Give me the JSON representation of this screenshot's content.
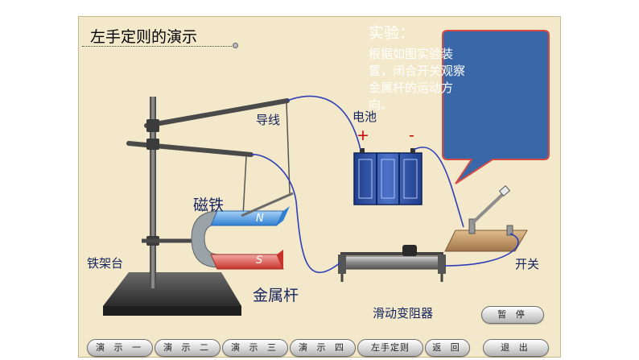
{
  "title": "左手定则的演示",
  "bubble": {
    "heading": "实验：",
    "body": "根据如图实验装置，闭合开关观察金属杆的运动方向。"
  },
  "labels": {
    "wire": "导线",
    "battery": "电池",
    "plus": "+",
    "minus": "-",
    "magnet": "磁铁",
    "north": "N",
    "south": "S",
    "stand": "铁架台",
    "rod": "金属杆",
    "rheostat": "滑动变阻器",
    "switch": "开关"
  },
  "buttons": {
    "pause": "暂 停",
    "demo1": "演 示 一",
    "demo2": "演 示 二",
    "demo3": "演 示 三",
    "demo4": "演 示 四",
    "left_hand_rule": "左手定则",
    "back": "返 回",
    "exit": "退 出"
  },
  "colors": {
    "background": "#f3e8c9",
    "bubble": "#3a67a8",
    "wire": "#2f3fb8",
    "label": "#13235f",
    "plus": "#cc0000",
    "minus": "#cc0000",
    "magnet_north": "#3a8ee0",
    "magnet_south": "#d8473f"
  }
}
